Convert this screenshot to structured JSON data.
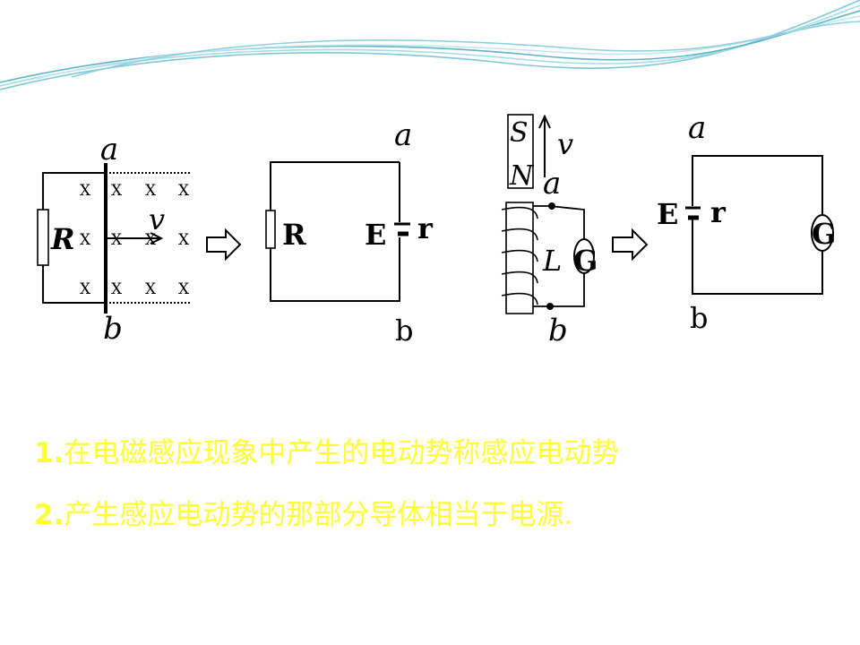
{
  "slide": {
    "background": "#ffffff",
    "text_color": "#ffff33",
    "lines": [
      {
        "num": "1.",
        "text": "在电磁感应现象中产生的电动势称感应电动势"
      },
      {
        "num": "2.",
        "text": "产生感应电动势的那部分导体相当于电源."
      }
    ]
  },
  "diagram1": {
    "label_a": "a",
    "label_b": "b",
    "label_R": "R",
    "label_v": "v",
    "field_mark": "X"
  },
  "diagram2": {
    "label_a": "a",
    "label_b": "b",
    "label_R": "R",
    "label_E": "E",
    "label_r": "r"
  },
  "diagram3": {
    "label_S": "S",
    "label_N": "N",
    "label_v": "v",
    "label_a": "a",
    "label_b": "b",
    "label_L": "L",
    "label_G": "G"
  },
  "diagram4": {
    "label_a": "a",
    "label_b": "b",
    "label_E": "E",
    "label_r": "r",
    "label_G": "G"
  }
}
